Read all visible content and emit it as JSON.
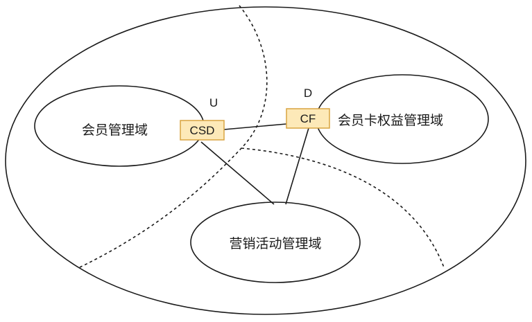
{
  "diagram": {
    "domains": {
      "member": "会员管理域",
      "card_benefit": "会员卡权益管理域",
      "marketing": "营销活动管理域"
    },
    "boxes": {
      "csd": "CSD",
      "cf": "CF"
    },
    "roles": {
      "upstream": "U",
      "downstream": "D"
    },
    "colors": {
      "box_fill": "#fde9b8",
      "box_stroke": "#d9a441",
      "line": "#1a1a1a"
    }
  }
}
